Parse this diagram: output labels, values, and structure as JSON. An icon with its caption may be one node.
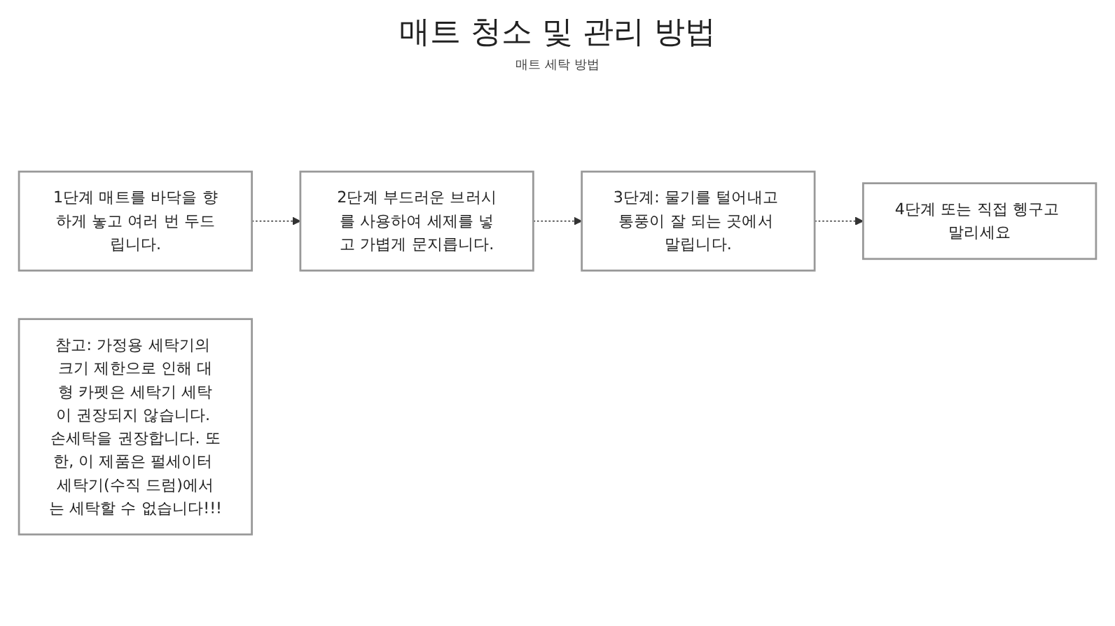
{
  "diagram": {
    "title": "매트 청소 및 관리 방법",
    "nodes": [
      {
        "text": [
          "1단계 매트를 바닥을 향하게 놓고 여러 번 두드립니다."
        ]
      },
      {
        "text": [
          "2단계 부드러운 브러시를 사용하여 세제를 넣고 가볍게 문지릅니다."
        ]
      },
      {
        "text": [
          "3단계: 물기를 털어내고 통풍이 잘 되는 곳에서 말립니다."
        ]
      },
      {
        "text": [
          "4단계 또는 직접 헹구고 말리세요"
        ]
      },
      {
        "text": [
          "참고: 가정용 세탁기의 크기 제한으로 인해 대형 카펫은 세탁기 세탁이 권장되지 않습니다. 손세탁을 권장합니다. 또한, 이 제품은 펄세이터 세탁기(수직 드럼)에서는 세탁할 수 없습니다!!!"
        ]
      }
    ],
    "edges": [
      {
        "from": 0,
        "to": 1,
        "arrow": "to",
        "style": "dashed"
      },
      {
        "from": 1,
        "to": 2,
        "arrow": "to",
        "style": "dashed"
      },
      {
        "from": 2,
        "to": 3,
        "arrow": "to",
        "style": "dashed"
      }
    ],
    "labels": [
      "매트 세탁 방법"
    ]
  }
}
